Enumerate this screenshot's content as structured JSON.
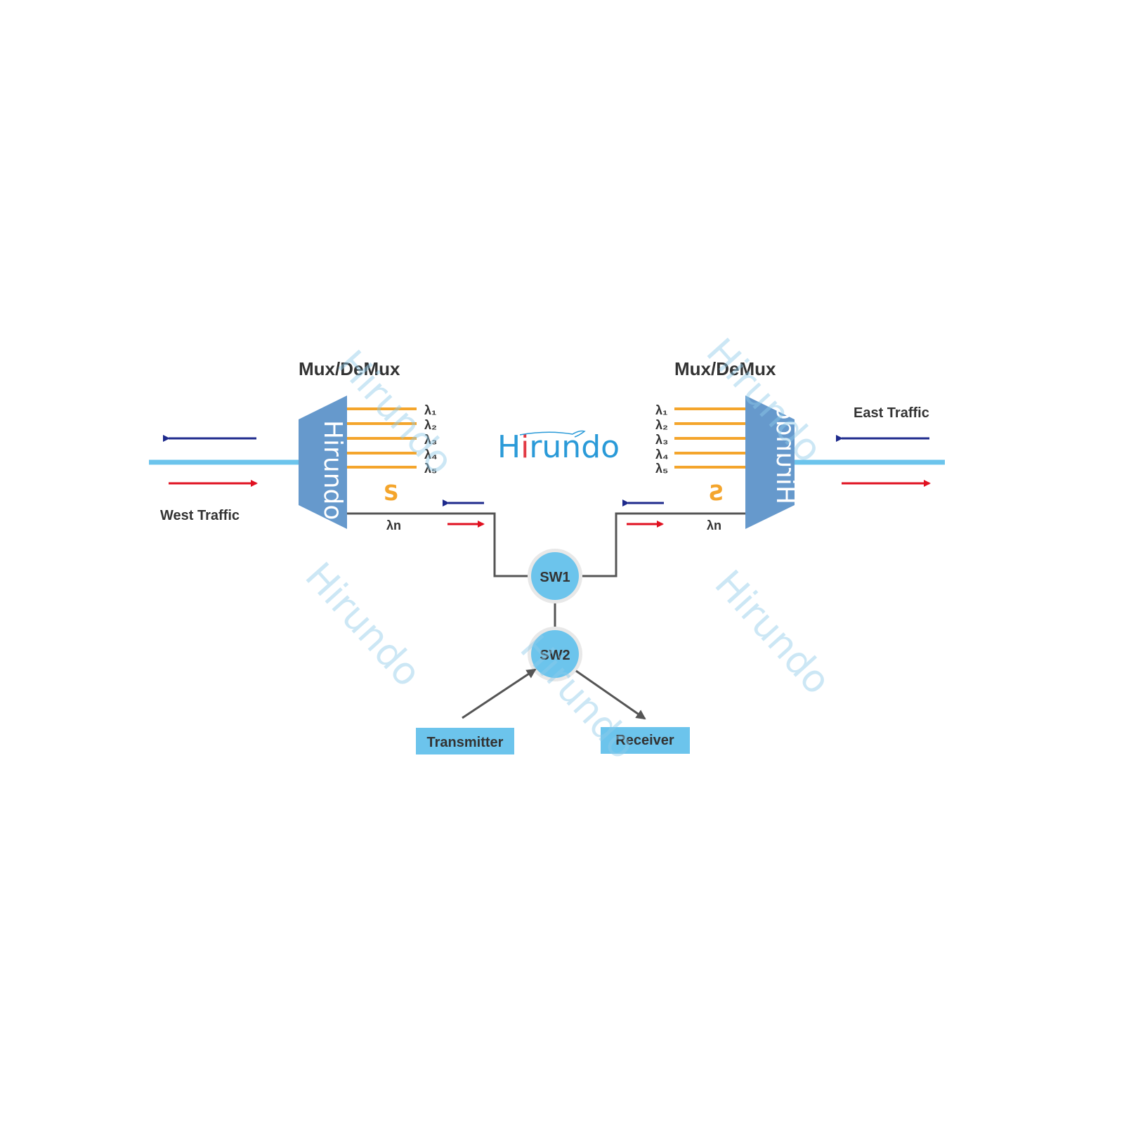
{
  "brand": {
    "name_parts": [
      "H",
      "i",
      "rundo"
    ],
    "full_name": "Hirundo",
    "primary_color": "#2a9ad8",
    "accent_color": "#e23a44"
  },
  "colors": {
    "fiber": "#6cc4ec",
    "mux_body": "#6699cc",
    "wavelength": "#f4a52c",
    "line": "#555555",
    "arrow_west": "#1e2a8c",
    "arrow_east": "#e01020",
    "switch_fill": "#6cc4ec",
    "switch_ring": "#e8e8e8",
    "box_fill": "#6cc4ec",
    "text": "#333333"
  },
  "west_mux": {
    "title": "Mux/DeMux",
    "body_text": "Hirundo",
    "wavelengths": [
      "λ₁",
      "λ₂",
      "λ₃",
      "λ₄",
      "λ₅"
    ],
    "ellipsis": "S",
    "drop_label": "λn"
  },
  "east_mux": {
    "title": "Mux/DeMux",
    "body_text": "Hirundo",
    "wavelengths": [
      "λ₁",
      "λ₂",
      "λ₃",
      "λ₄",
      "λ₅"
    ],
    "ellipsis": "S",
    "drop_label": "λn"
  },
  "traffic": {
    "west_label": "West Traffic",
    "east_label": "East Traffic"
  },
  "switches": {
    "sw1": "SW1",
    "sw2": "SW2"
  },
  "endpoints": {
    "transmitter": "Transmitter",
    "receiver": "Receiver"
  },
  "watermarks": [
    "Hirundo",
    "Hirundo",
    "Hirundo",
    "Hirundo",
    "Hirundo"
  ]
}
